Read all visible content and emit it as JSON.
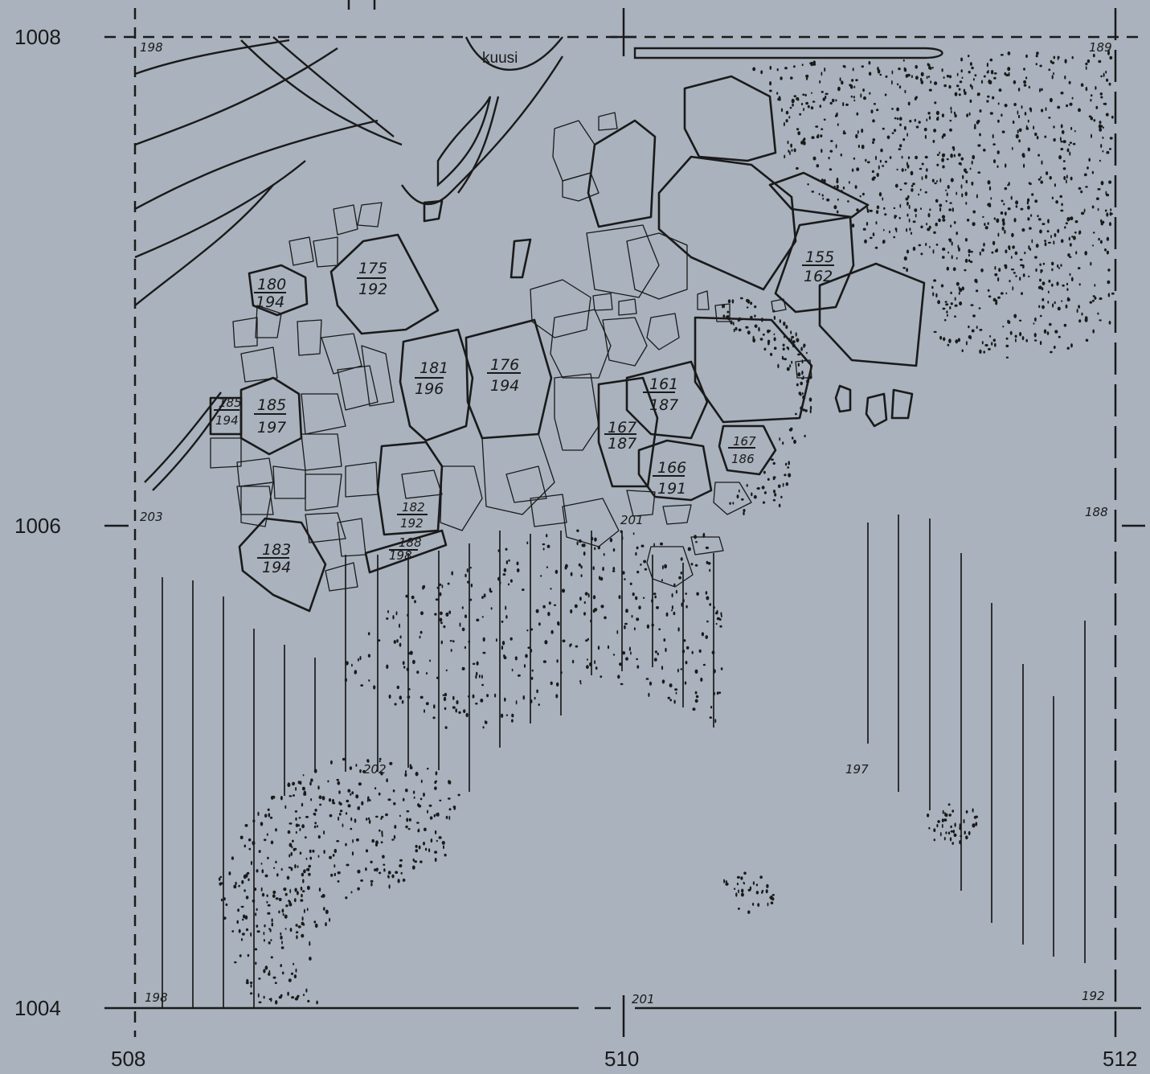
{
  "plan": {
    "axis_y_labels": [
      "1008",
      "1006",
      "1004"
    ],
    "axis_x_labels": [
      "508",
      "510",
      "512"
    ],
    "tree_label": "kuusi",
    "corner_elevations": {
      "top_left": "198",
      "top_right": "189",
      "mid_left": "203",
      "mid_right": "188",
      "bottom_left": "198",
      "bottom_mid": "201",
      "bottom_right": "192"
    },
    "field_elevations": [
      "202",
      "197",
      "201"
    ],
    "stone_elevations": [
      {
        "top": "175",
        "bottom": "192"
      },
      {
        "top": "180",
        "bottom": "194"
      },
      {
        "top": "155",
        "bottom": "162"
      },
      {
        "top": "181",
        "bottom": "196"
      },
      {
        "top": "176",
        "bottom": "194"
      },
      {
        "top": "161",
        "bottom": "187"
      },
      {
        "top": "185",
        "bottom": "194"
      },
      {
        "top": "185",
        "bottom": "197"
      },
      {
        "top": "167",
        "bottom": "187"
      },
      {
        "top": "167",
        "bottom": "186"
      },
      {
        "top": "166",
        "bottom": "191"
      },
      {
        "top": "182",
        "bottom": "192"
      },
      {
        "top": "188",
        "bottom": "198"
      },
      {
        "top": "183",
        "bottom": "194"
      }
    ]
  }
}
